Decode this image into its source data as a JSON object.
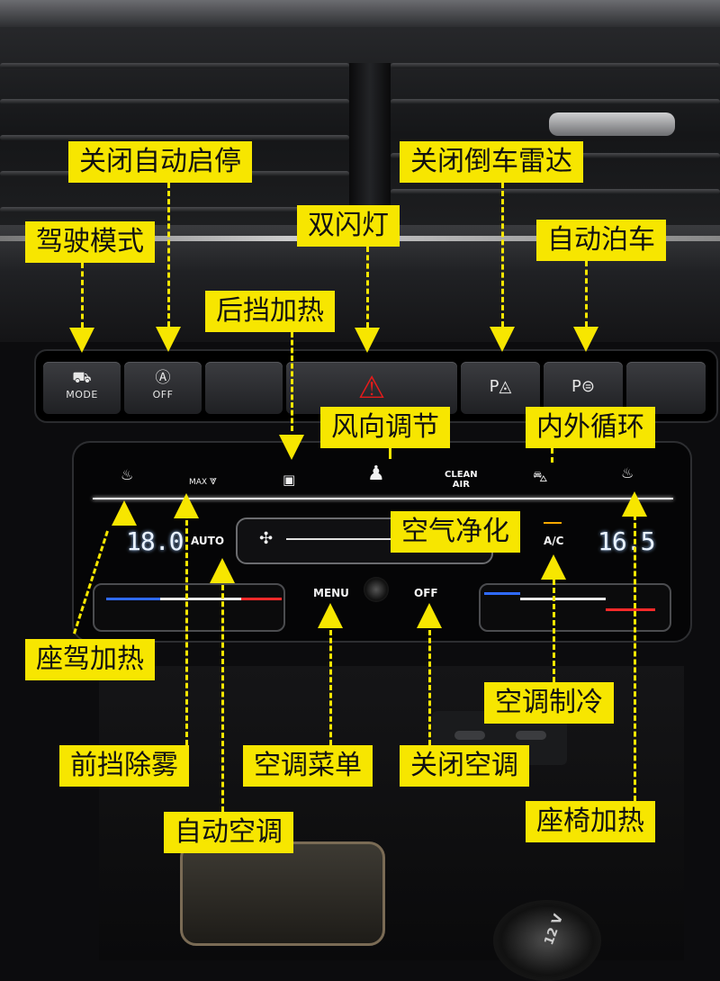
{
  "buttons": {
    "mode": "MODE",
    "auto_stop_off": "OFF",
    "park_assist": "P",
    "auto_park": "P"
  },
  "panel": {
    "temp_left": "18.0",
    "temp_right": "16.5",
    "auto": "AUTO",
    "ac": "A/C",
    "menu": "MENU",
    "off": "OFF",
    "clean_air_1": "CLEAN",
    "clean_air_2": "AIR",
    "max": "MAX"
  },
  "socket_label": "12 V",
  "callouts": {
    "auto_stop": "关闭自动启停",
    "rear_radar": "关闭倒车雷达",
    "drive_mode": "驾驶模式",
    "hazard": "双闪灯",
    "auto_park": "自动泊车",
    "rear_defrost": "后挡加热",
    "airflow": "风向调节",
    "recirculation": "内外循环",
    "air_purify": "空气净化",
    "seat_heat_driver": "座驾加热",
    "ac_cool": "空调制冷",
    "front_defog": "前挡除雾",
    "ac_menu": "空调菜单",
    "ac_off": "关闭空调",
    "seat_heat": "座椅加热",
    "auto_ac": "自动空调"
  },
  "colors": {
    "callout": "#f7e600",
    "hazard": "#e41b1b",
    "cold": "#2f6bff",
    "hot": "#ff2a2a"
  }
}
